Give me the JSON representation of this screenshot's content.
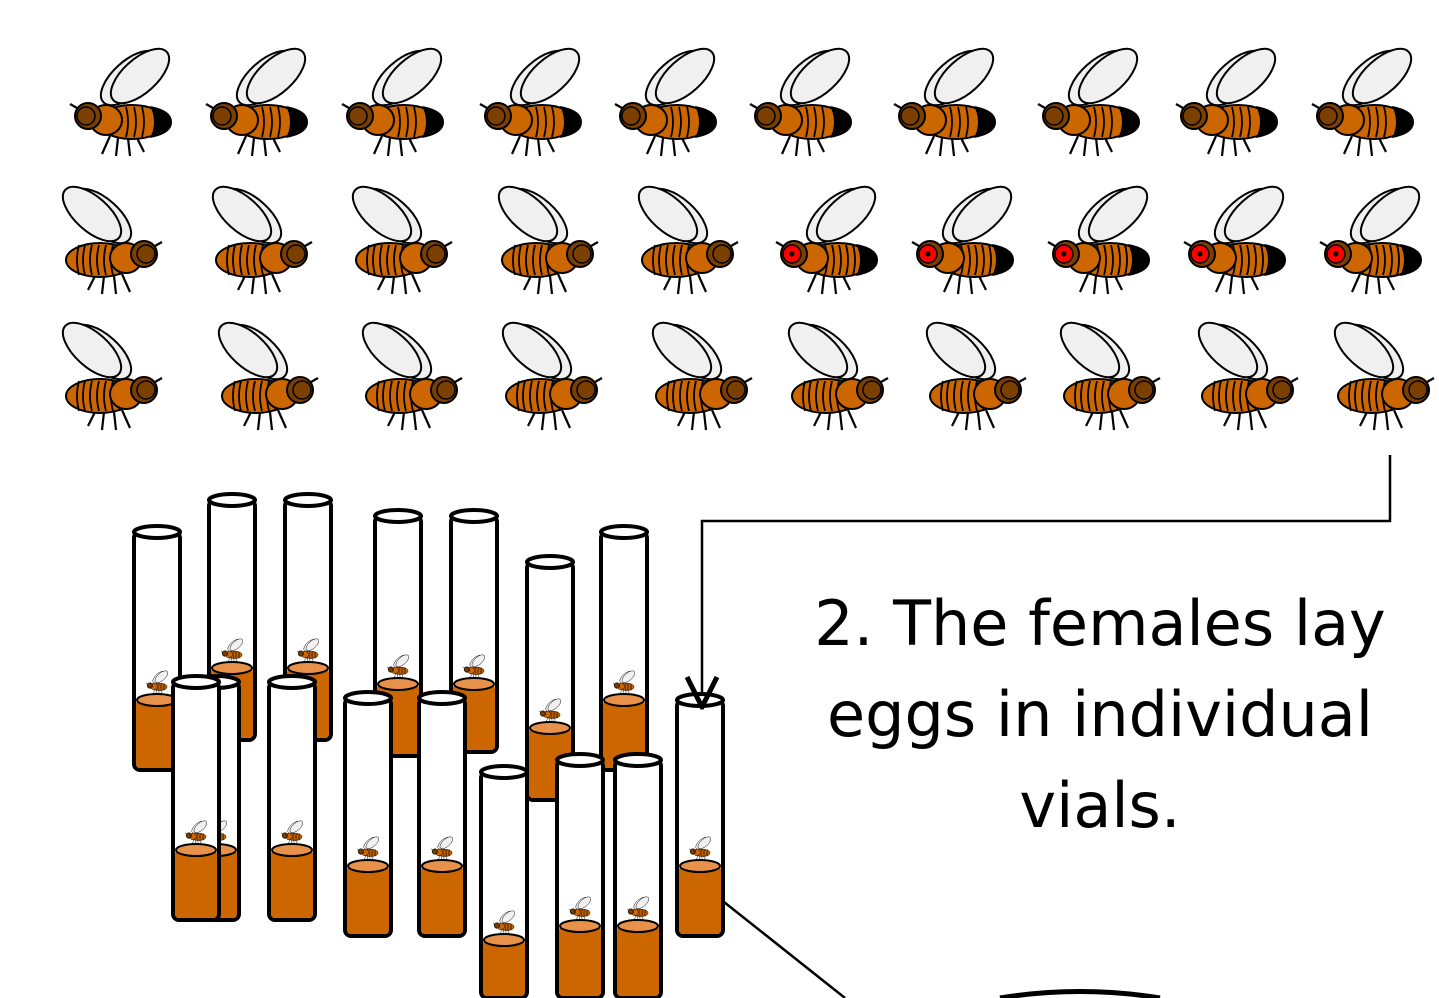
{
  "caption": {
    "line1": "2. The females lay",
    "line2": "eggs in individual",
    "line3": "vials."
  },
  "colors": {
    "body": "#cc6600",
    "head_and_thorax": "#7b3f00",
    "stripe": "#000000",
    "wing": "#f0f0f0",
    "red_eye": "#ff0000",
    "fly_food": "#cc6600",
    "vial_outline": "#000000",
    "arrow": "#000000"
  },
  "fly_rows": [
    {
      "row": "top",
      "count": 10,
      "facing": "left",
      "abdomen": "black-tipped",
      "eyes": [
        "brown",
        "brown",
        "brown",
        "brown",
        "brown",
        "brown",
        "brown",
        "brown",
        "brown",
        "brown"
      ]
    },
    {
      "row": "middle",
      "count": 10,
      "facing": "right-5-then-left-5",
      "abdomen": "striped",
      "eyes": [
        "brown",
        "brown",
        "brown",
        "brown",
        "brown",
        "red",
        "red",
        "red",
        "red",
        "red"
      ]
    },
    {
      "row": "bottom",
      "count": 10,
      "facing": "right",
      "abdomen": "striped",
      "eyes": [
        "brown",
        "brown",
        "brown",
        "brown",
        "brown",
        "brown",
        "brown",
        "brown",
        "brown",
        "brown"
      ]
    }
  ],
  "vials": {
    "count": 16,
    "each_contains": "one fly above food"
  }
}
